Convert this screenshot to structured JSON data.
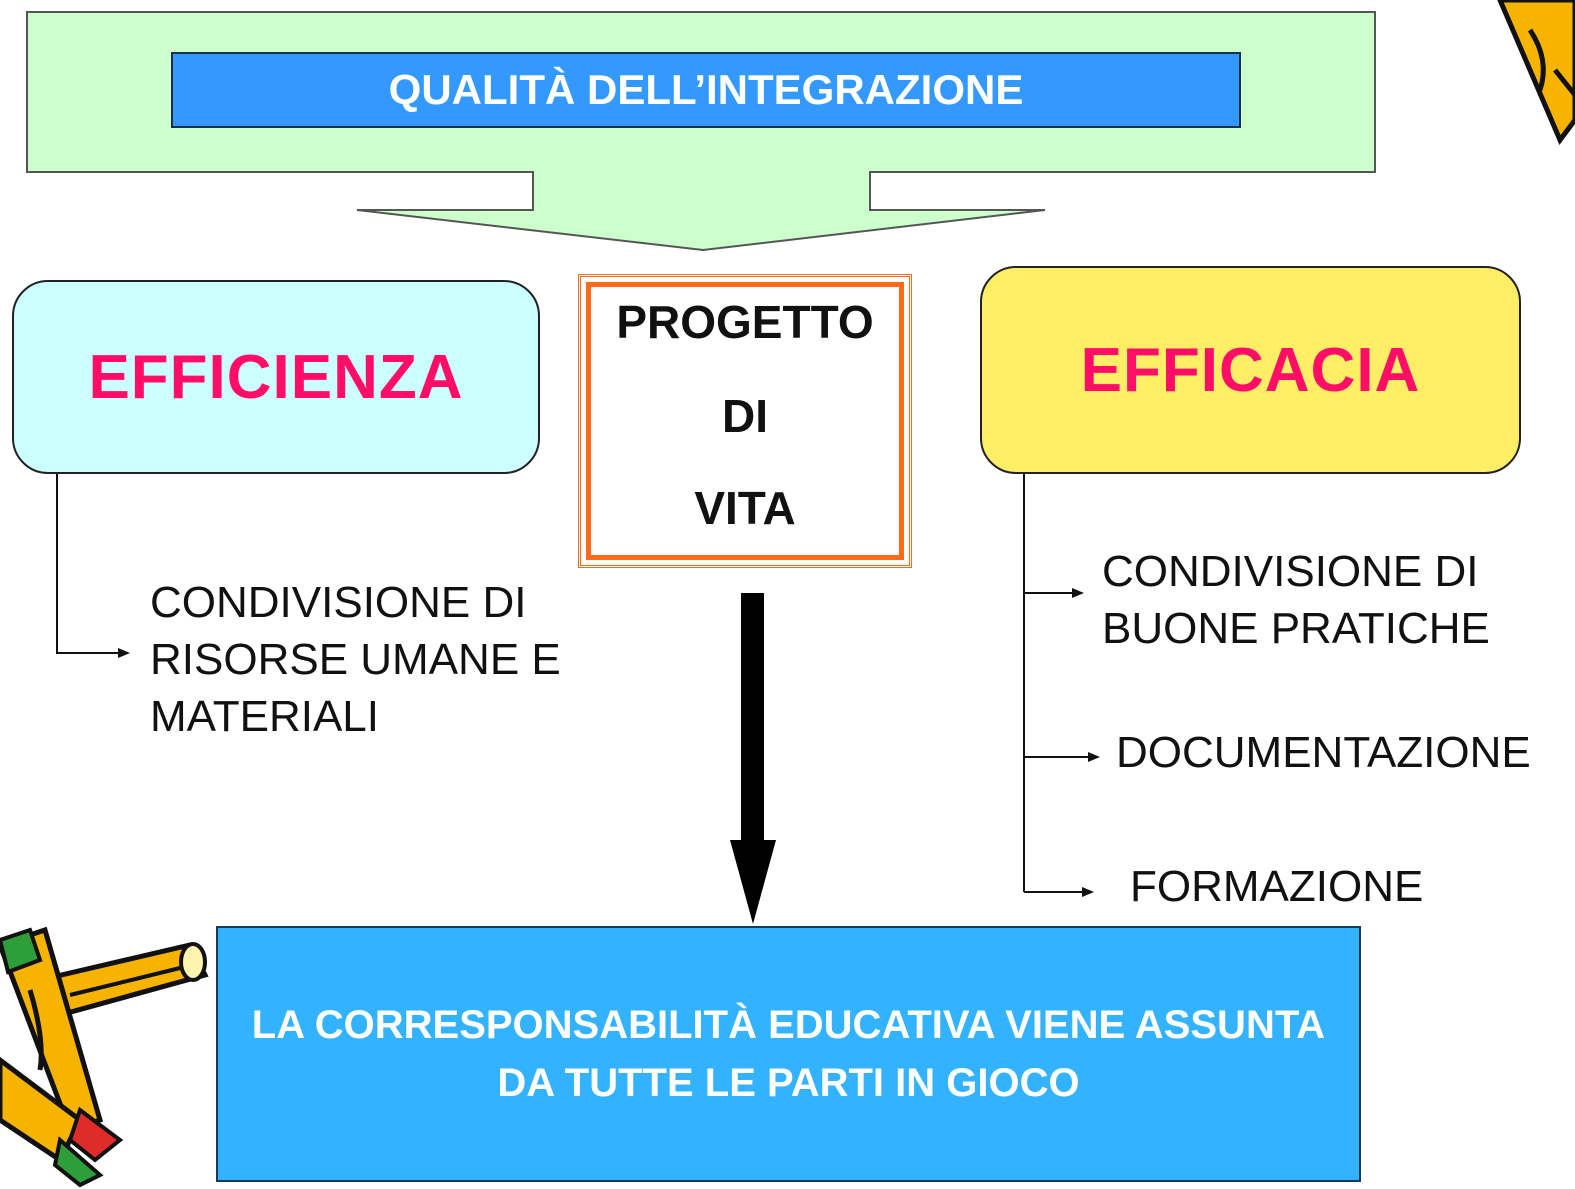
{
  "header": {
    "title": "QUALITÀ DELL’INTEGRAZIONE"
  },
  "left": {
    "label": "EFFICIENZA",
    "items": [
      "CONDIVISIONE DI",
      "RISORSE UMANE E",
      "MATERIALI"
    ]
  },
  "center": {
    "lines": [
      "PROGETTO",
      "DI",
      "VITA"
    ]
  },
  "right": {
    "label": "EFFICACIA",
    "items": [
      {
        "lines": [
          "CONDIVISIONE DI",
          "BUONE PRATICHE"
        ]
      },
      {
        "lines": [
          "DOCUMENTAZIONE"
        ]
      },
      {
        "lines": [
          "FORMAZIONE"
        ]
      }
    ]
  },
  "bottom": {
    "lines": [
      "LA CORRESPONSABILITÀ EDUCATIVA VIENE ASSUNTA",
      "DA TUTTE LE PARTI IN GIOCO"
    ]
  },
  "colors": {
    "banner_bg": "#ccffcc",
    "title_bg": "#3399ff",
    "efficienza_bg": "#ccffff",
    "efficacia_bg": "#ffee66",
    "accent_pink": "#ff0d66",
    "frame_orange": "#ff6a1a",
    "bottom_bg": "#33b3ff"
  },
  "decorations": [
    "pencil-clipart-top-right",
    "pencils-clipart-bottom-left"
  ]
}
